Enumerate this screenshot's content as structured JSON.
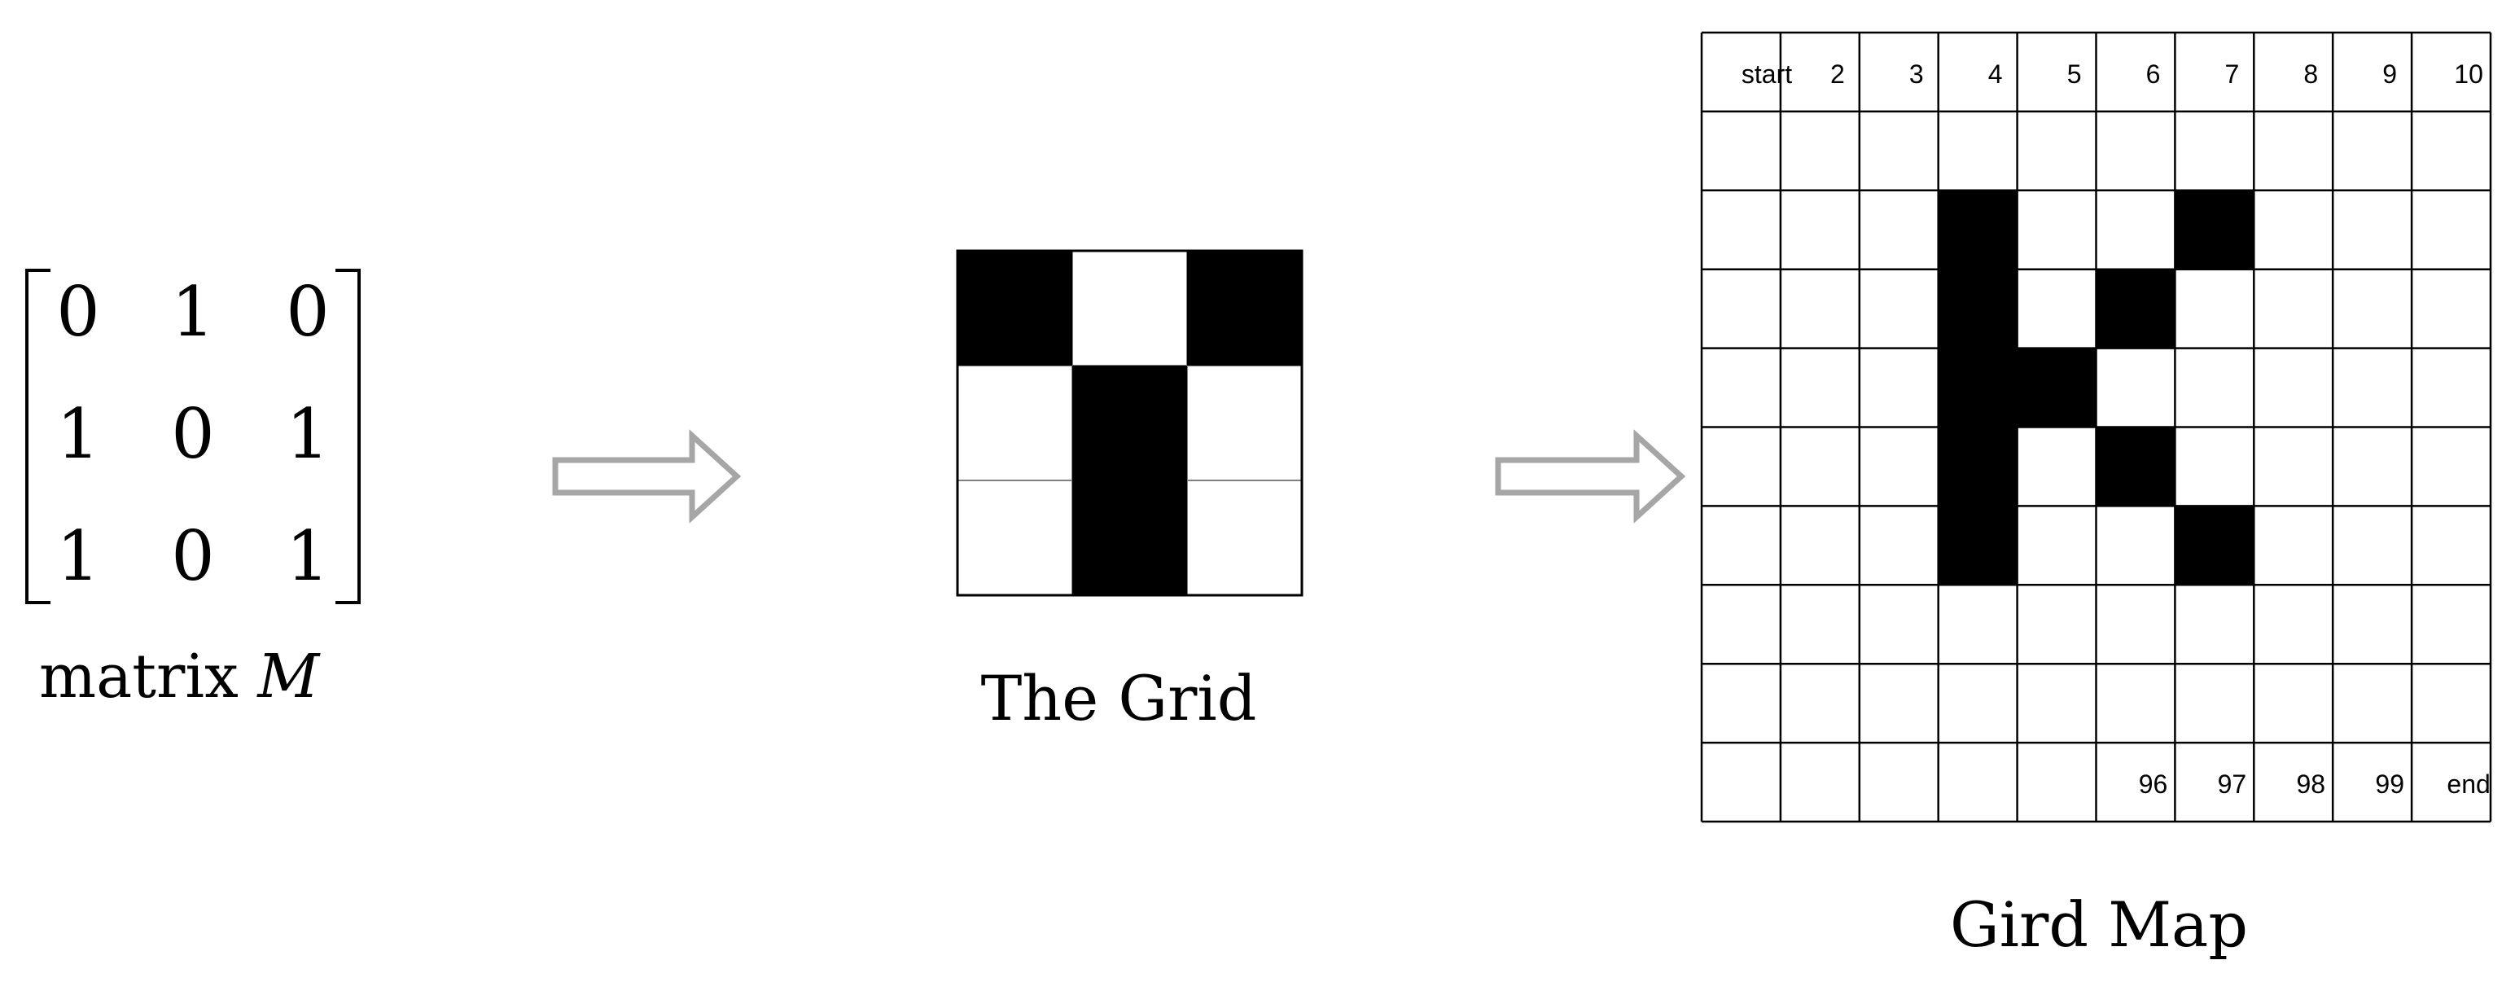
{
  "matrix": {
    "rows": [
      [
        0,
        1,
        0
      ],
      [
        1,
        0,
        1
      ],
      [
        1,
        0,
        1
      ]
    ],
    "label_text": "matrix ",
    "label_var": "M"
  },
  "grid": {
    "cells": [
      [
        1,
        0,
        1
      ],
      [
        0,
        1,
        0
      ],
      [
        0,
        1,
        0
      ]
    ],
    "label": "The Grid"
  },
  "gridmap": {
    "rows": 10,
    "cols": 10,
    "filled": [
      [
        2,
        3
      ],
      [
        3,
        3
      ],
      [
        4,
        3
      ],
      [
        5,
        3
      ],
      [
        6,
        3
      ],
      [
        2,
        6
      ],
      [
        3,
        5
      ],
      [
        4,
        4
      ],
      [
        5,
        5
      ],
      [
        6,
        6
      ]
    ],
    "top_labels": [
      "start",
      "2",
      "3",
      "4",
      "5",
      "6",
      "7",
      "8",
      "9",
      "10"
    ],
    "bottom_labels": [
      {
        "col": 5,
        "text": "96"
      },
      {
        "col": 6,
        "text": "97"
      },
      {
        "col": 7,
        "text": "98"
      },
      {
        "col": 8,
        "text": "99"
      },
      {
        "col": 9,
        "text": "end"
      }
    ],
    "label": "Gird Map"
  },
  "colors": {
    "fill": "#000000",
    "line": "#000000",
    "grid_line": "#808080",
    "arrow": "#a6a6a6"
  }
}
